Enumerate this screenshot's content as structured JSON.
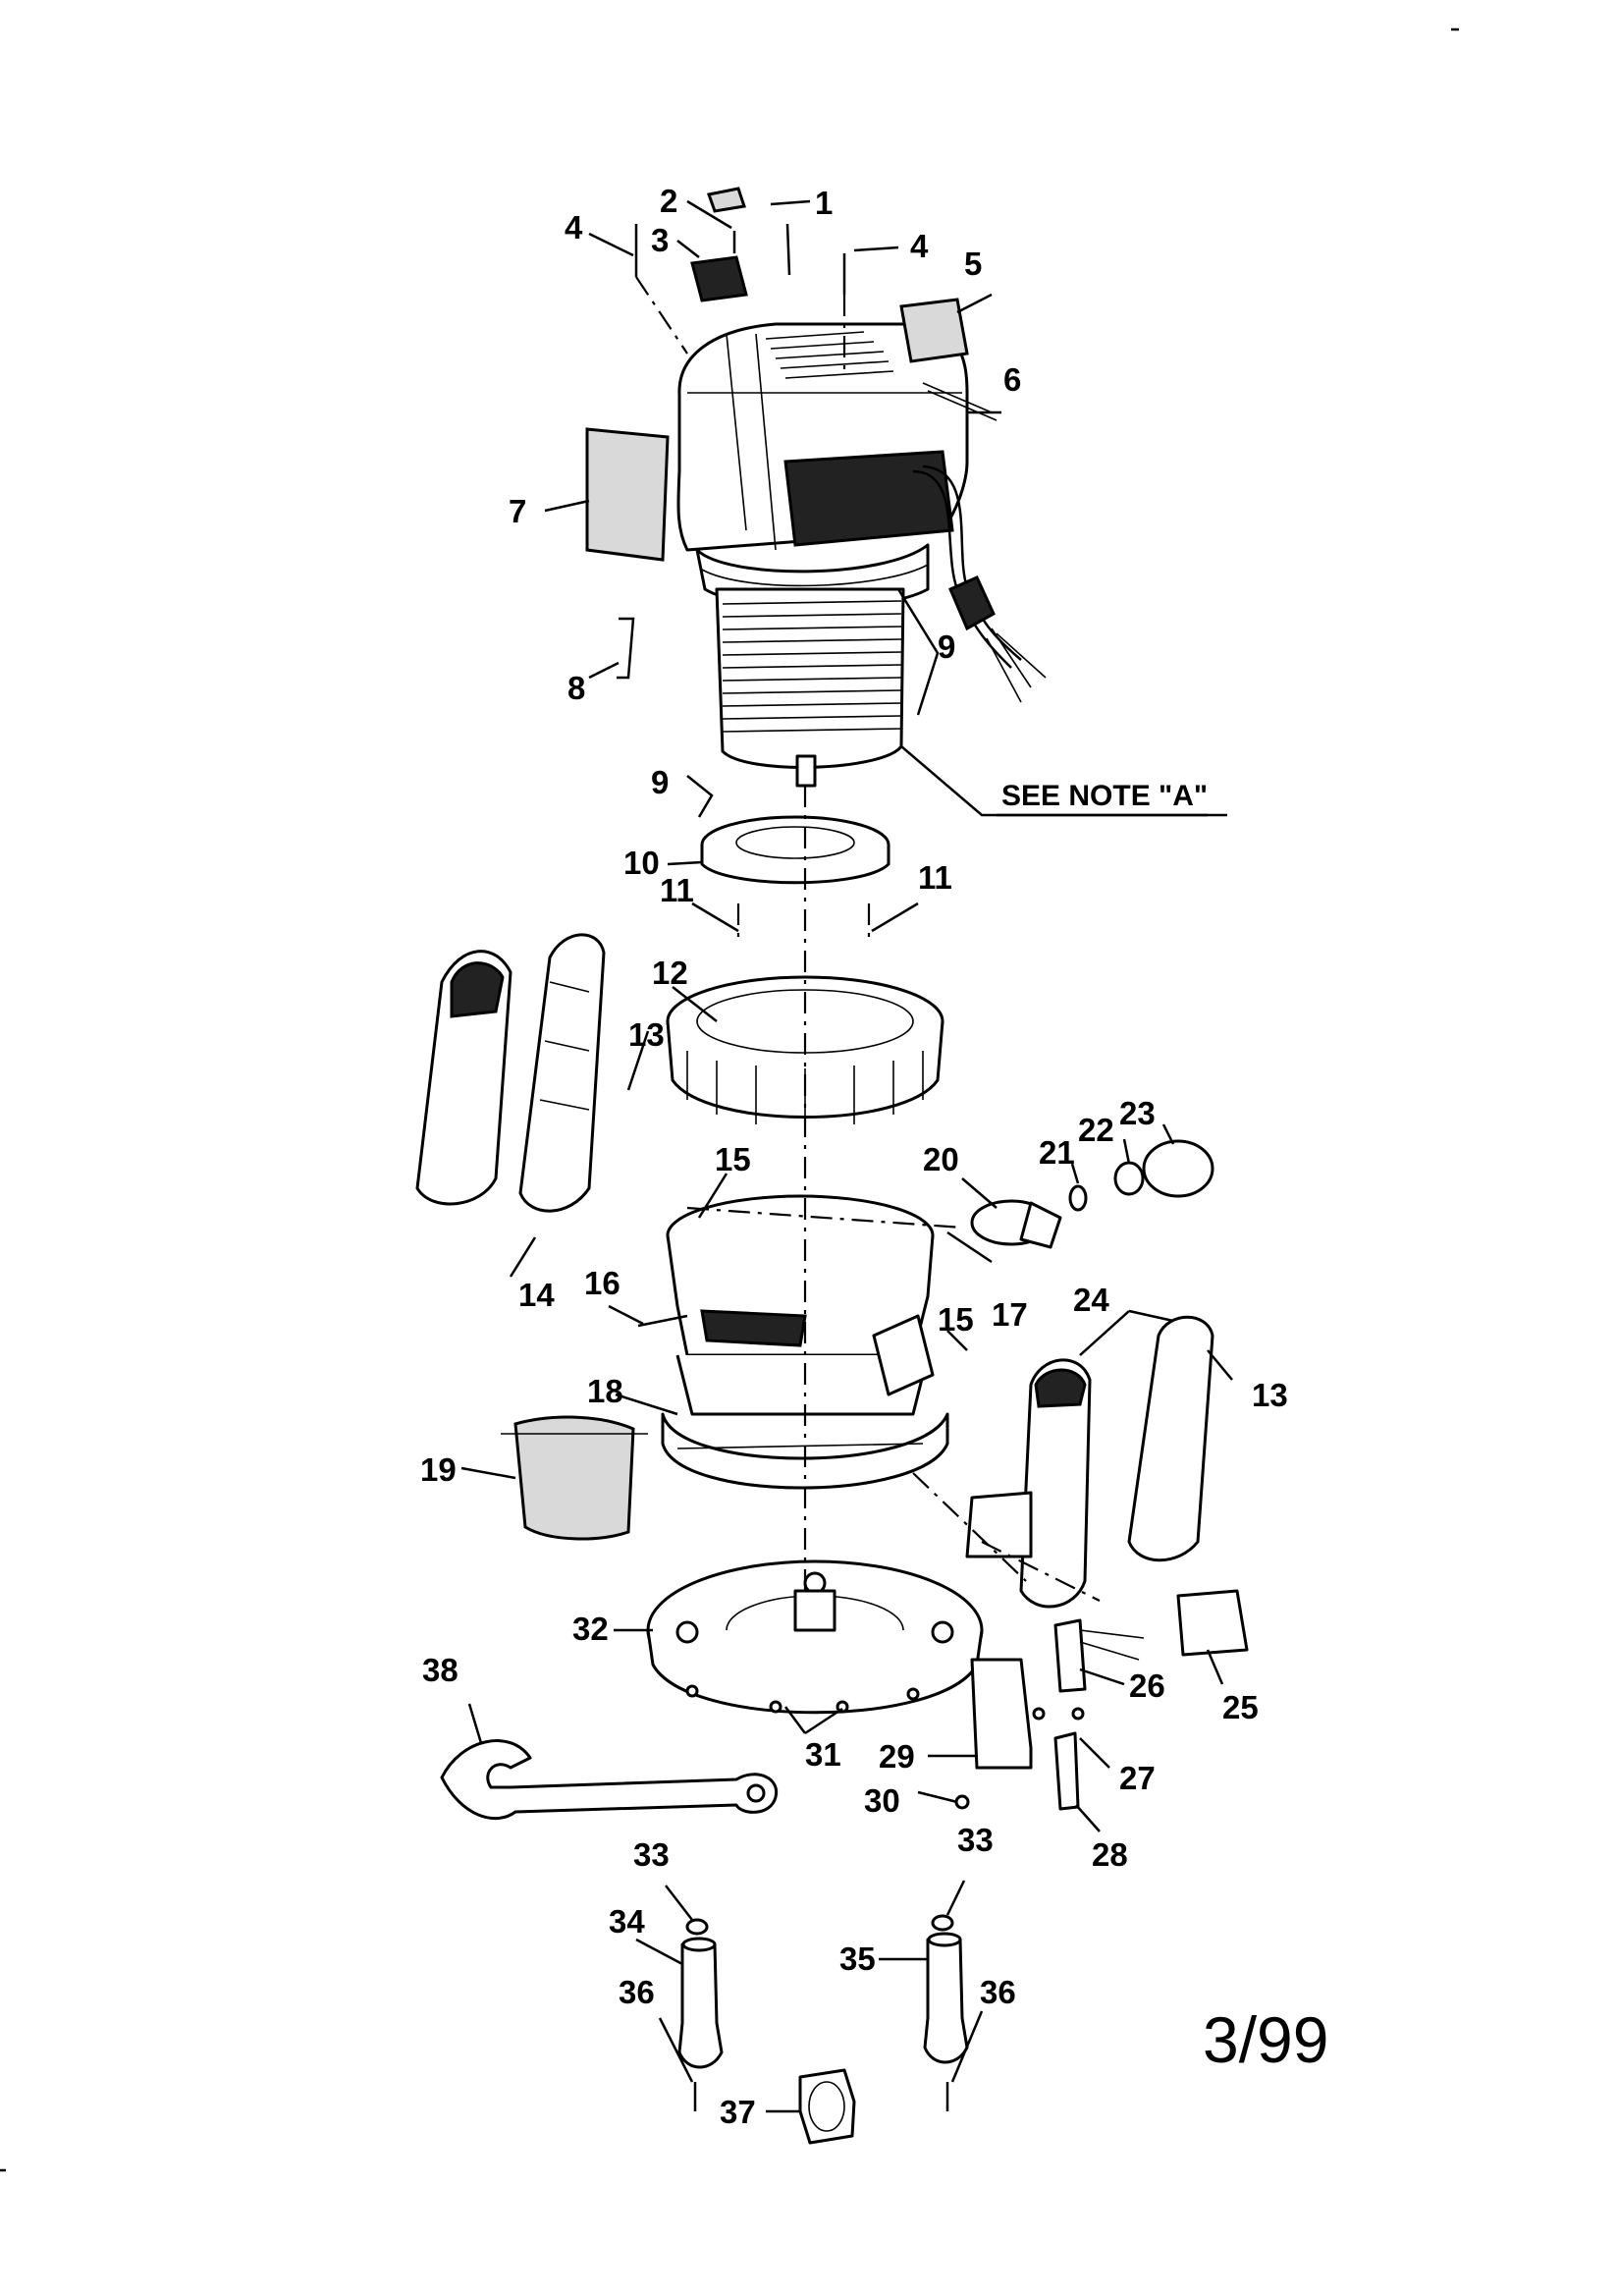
{
  "diagram": {
    "note_label": "SEE NOTE \"A\"",
    "date_code": "3/99",
    "callouts": [
      {
        "id": "c1",
        "text": "1"
      },
      {
        "id": "c2",
        "text": "2"
      },
      {
        "id": "c3",
        "text": "3"
      },
      {
        "id": "c4a",
        "text": "4"
      },
      {
        "id": "c4b",
        "text": "4"
      },
      {
        "id": "c5",
        "text": "5"
      },
      {
        "id": "c6",
        "text": "6"
      },
      {
        "id": "c7",
        "text": "7"
      },
      {
        "id": "c8",
        "text": "8"
      },
      {
        "id": "c9a",
        "text": "9"
      },
      {
        "id": "c9b",
        "text": "9"
      },
      {
        "id": "c10",
        "text": "10"
      },
      {
        "id": "c11a",
        "text": "11"
      },
      {
        "id": "c11b",
        "text": "11"
      },
      {
        "id": "c12",
        "text": "12"
      },
      {
        "id": "c13a",
        "text": "13"
      },
      {
        "id": "c13b",
        "text": "13"
      },
      {
        "id": "c14",
        "text": "14"
      },
      {
        "id": "c15a",
        "text": "15"
      },
      {
        "id": "c15b",
        "text": "15"
      },
      {
        "id": "c16",
        "text": "16"
      },
      {
        "id": "c17",
        "text": "17"
      },
      {
        "id": "c18",
        "text": "18"
      },
      {
        "id": "c19",
        "text": "19"
      },
      {
        "id": "c20",
        "text": "20"
      },
      {
        "id": "c21",
        "text": "21"
      },
      {
        "id": "c22",
        "text": "22"
      },
      {
        "id": "c23",
        "text": "23"
      },
      {
        "id": "c24",
        "text": "24"
      },
      {
        "id": "c25",
        "text": "25"
      },
      {
        "id": "c26",
        "text": "26"
      },
      {
        "id": "c27",
        "text": "27"
      },
      {
        "id": "c28",
        "text": "28"
      },
      {
        "id": "c29",
        "text": "29"
      },
      {
        "id": "c30",
        "text": "30"
      },
      {
        "id": "c31",
        "text": "31"
      },
      {
        "id": "c32",
        "text": "32"
      },
      {
        "id": "c33a",
        "text": "33"
      },
      {
        "id": "c33b",
        "text": "33"
      },
      {
        "id": "c34",
        "text": "34"
      },
      {
        "id": "c35",
        "text": "35"
      },
      {
        "id": "c36a",
        "text": "36"
      },
      {
        "id": "c36b",
        "text": "36"
      },
      {
        "id": "c37",
        "text": "37"
      },
      {
        "id": "c38",
        "text": "38"
      }
    ]
  }
}
